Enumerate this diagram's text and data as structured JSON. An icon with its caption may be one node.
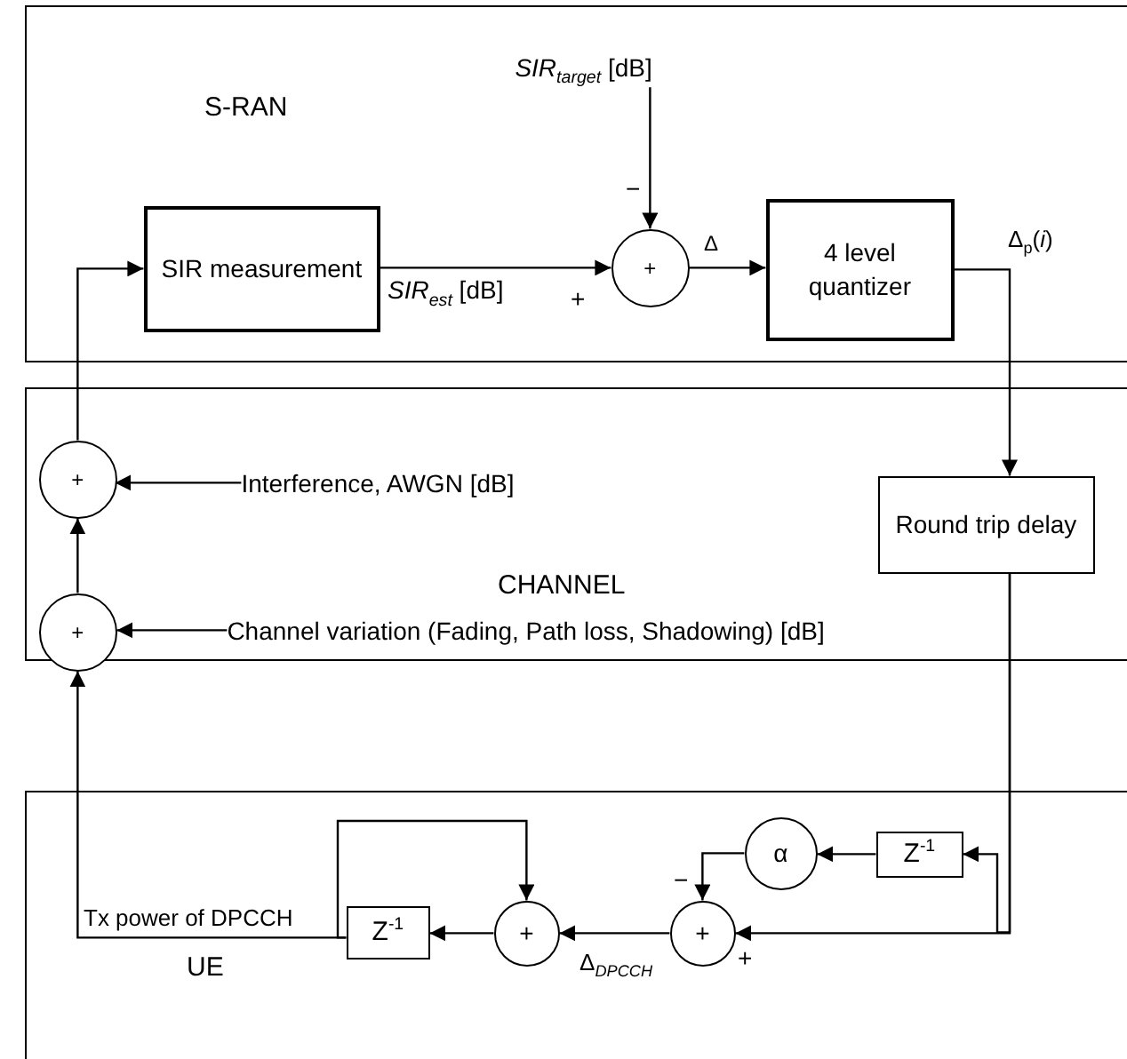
{
  "diagram": {
    "nodes": [
      {
        "text": [
          "S-RAN"
        ]
      },
      {
        "text": [
          "SIR measurement"
        ],
        "in": 0
      },
      {
        "text": [
          "+"
        ],
        "in": 0
      },
      {
        "text": [
          "4 level quantizer"
        ],
        "in": 0
      },
      {
        "text": [
          "*SIR*$_{target}$ [dB]"
        ],
        "in": 0
      },
      {
        "text": [
          "CHANNEL"
        ]
      },
      {
        "text": [
          "+"
        ],
        "in": 5
      },
      {
        "text": [
          "Interference, AWGN [dB]"
        ],
        "in": 5
      },
      {
        "text": [
          "Round trip delay"
        ],
        "in": 5
      },
      {
        "text": [
          "+"
        ],
        "in": 5
      },
      {
        "text": [
          "Channel variation (Fading, Path loss, Shadowing) [dB]"
        ],
        "in": 5
      },
      {
        "text": [
          "UE"
        ]
      },
      {
        "text": [
          "Z$^{-1}$"
        ],
        "in": 11
      },
      {
        "text": [
          "+"
        ],
        "in": 11
      },
      {
        "text": [
          "+"
        ],
        "in": 11
      },
      {
        "text": [
          "α"
        ],
        "in": 11
      },
      {
        "text": [
          "Z$^{-1}$"
        ],
        "in": 11
      }
    ],
    "edges": [
      {
        "from": 6,
        "to": 1,
        "arrow": "to"
      },
      {
        "from": 1,
        "to": 2,
        "arrow": "to",
        "label": "*SIR*$_{est}$ [dB]"
      },
      {
        "from": 4,
        "to": 2,
        "arrow": "to"
      },
      {
        "from": 2,
        "to": 3,
        "arrow": "to",
        "label": "Δ"
      },
      {
        "from": 3,
        "to": 8,
        "arrow": "to",
        "label": "Δ$_{p}$(*i*)"
      },
      {
        "from": 7,
        "to": 6,
        "arrow": "to"
      },
      {
        "from": 10,
        "to": 9,
        "arrow": "to"
      },
      {
        "from": 9,
        "to": 6,
        "arrow": "to"
      },
      {
        "from": 12,
        "to": 9,
        "arrow": "to",
        "label": "Tx power of DPCCH"
      },
      {
        "from": 12,
        "to": 13,
        "arrow": "to"
      },
      {
        "from": 13,
        "to": 12,
        "arrow": "to"
      },
      {
        "from": 14,
        "to": 13,
        "arrow": "to",
        "label": "Δ$_{DPCCH}$"
      },
      {
        "from": 8,
        "to": 14,
        "arrow": "to"
      },
      {
        "from": 8,
        "to": 16,
        "arrow": "to"
      },
      {
        "from": 16,
        "to": 15,
        "arrow": "to"
      },
      {
        "from": 15,
        "to": 14,
        "arrow": "to"
      }
    ],
    "labels": [
      "−",
      "+",
      "−",
      "+"
    ]
  }
}
